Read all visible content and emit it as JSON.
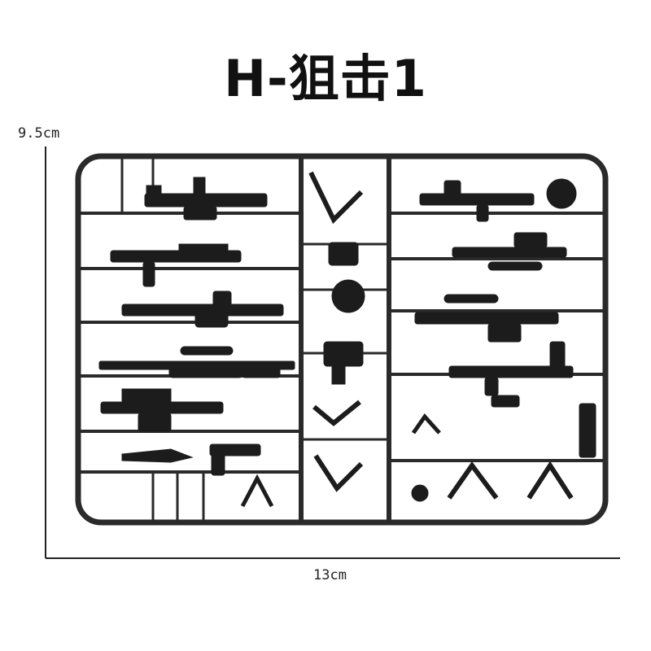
{
  "product": {
    "title": "H-狙击1"
  },
  "dimensions": {
    "height_label": "9.5cm",
    "width_label": "13cm"
  },
  "colors": {
    "sprue": "#2a2a2a",
    "parts": "#1c1c1c",
    "background": "#ffffff"
  }
}
